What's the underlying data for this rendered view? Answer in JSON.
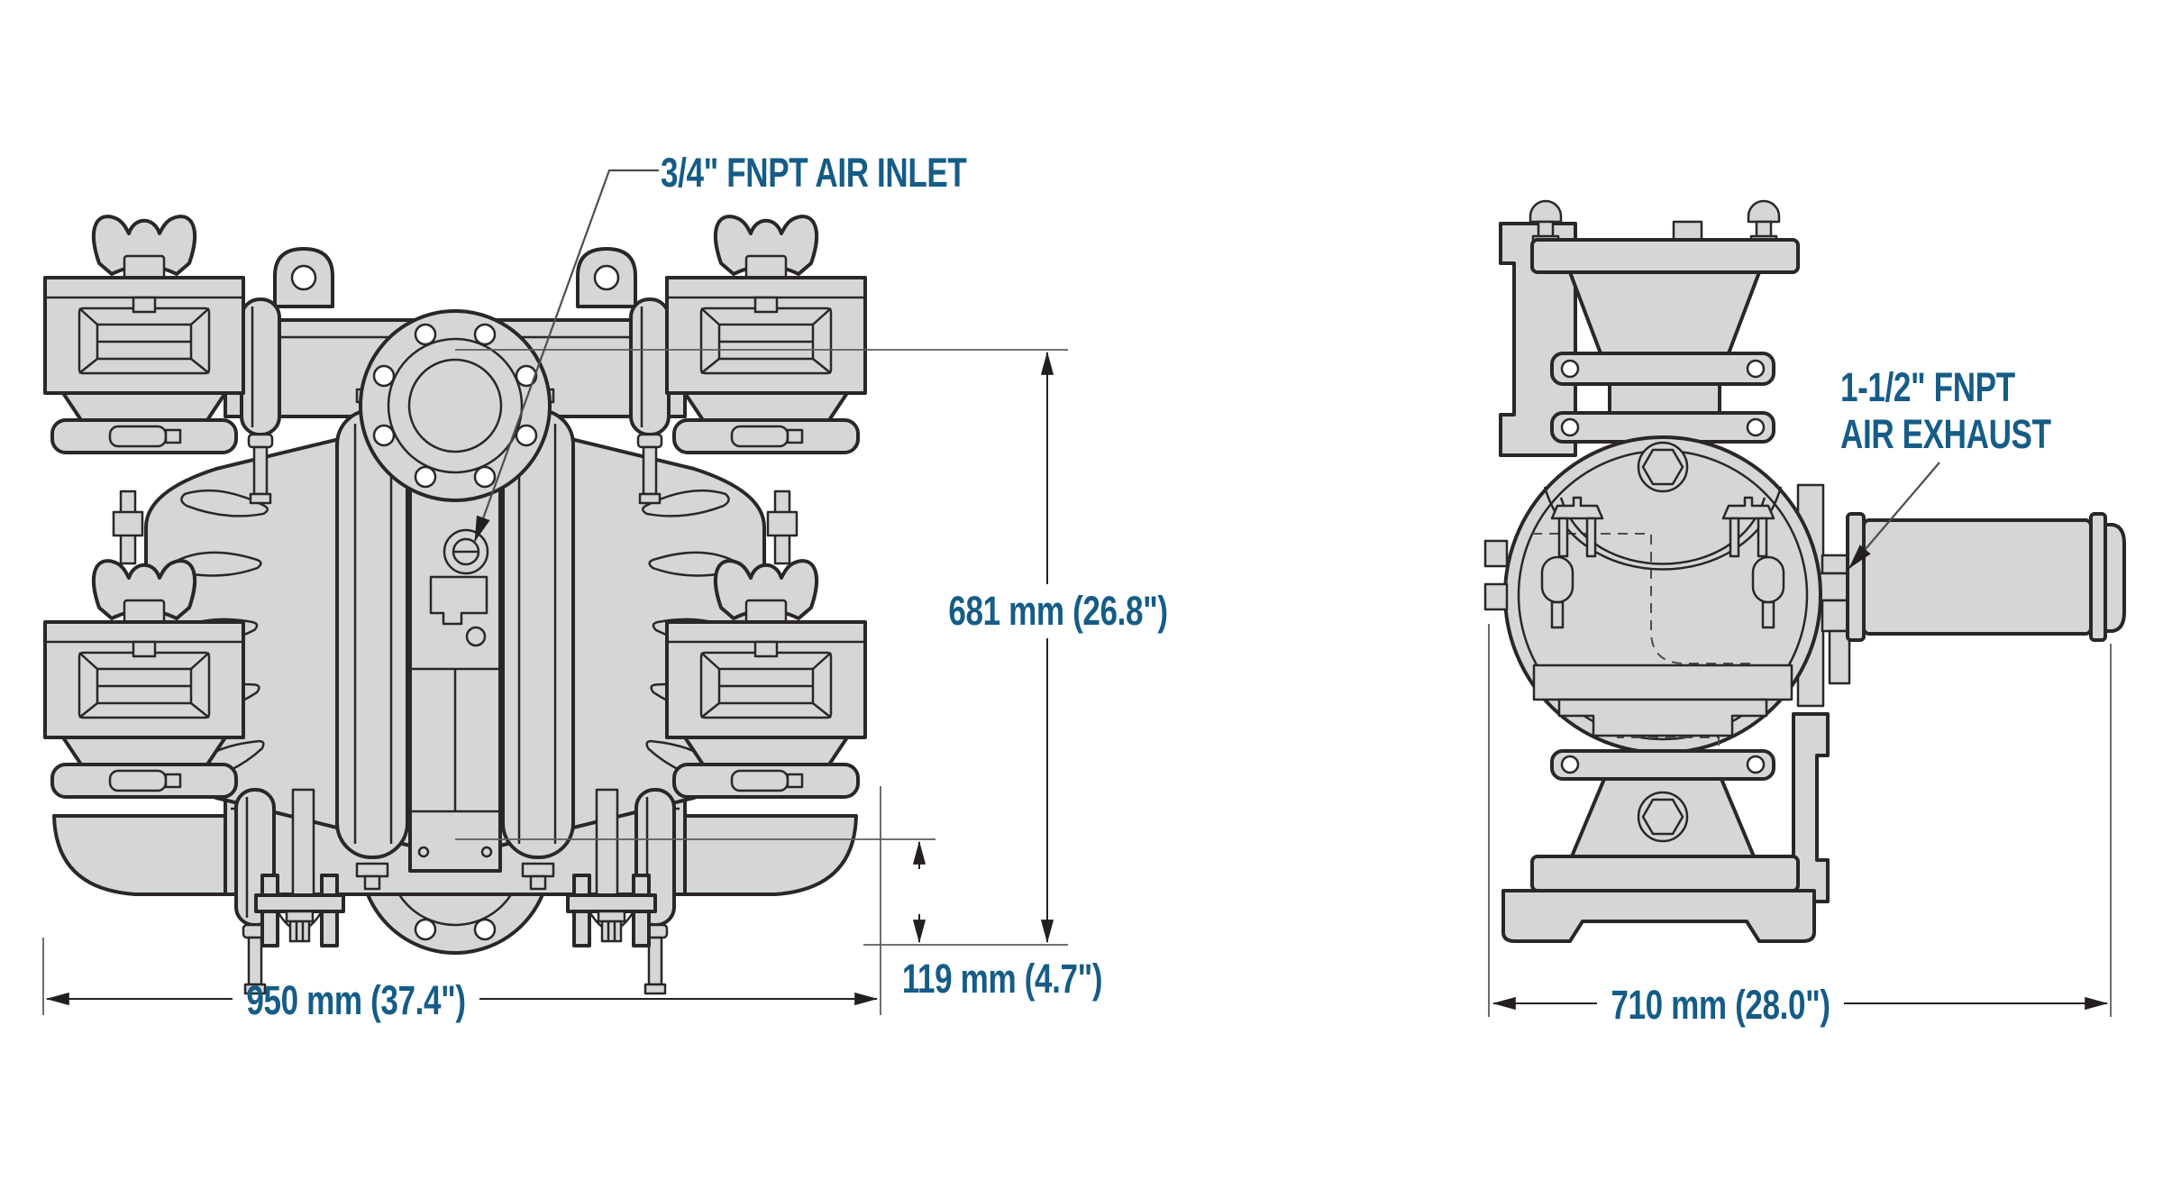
{
  "figure": {
    "title": "Air-operated double-diaphragm pump — dimensional drawing",
    "views": [
      {
        "id": "front-view",
        "description": "front elevation with ported manifolds, wing-nut valve caps and center air valve"
      },
      {
        "id": "side-view",
        "description": "side elevation with clamp bands, muffler and mounting base"
      }
    ]
  },
  "callouts": {
    "air_inlet": {
      "text": "3/4\" FNPT AIR INLET"
    },
    "air_exhaust": {
      "line1": "1-1/2\" FNPT",
      "line2": "AIR EXHAUST"
    }
  },
  "dimensions": {
    "height": {
      "label": "681 mm (26.8\")",
      "mm": 681,
      "inches": 26.8
    },
    "port_centerline": {
      "label": "119 mm (4.7\")",
      "mm": 119,
      "inches": 4.7
    },
    "width": {
      "label": "950 mm (37.4\")",
      "mm": 950,
      "inches": 37.4
    },
    "depth": {
      "label": "710 mm (28.0\")",
      "mm": 710,
      "inches": 28.0
    }
  },
  "colors": {
    "label_text": "#155c87",
    "outline": "#2a2629",
    "fill": "#d5d6d8",
    "dimension_line": "#231f20",
    "leader_line": "#4c4e50",
    "background": "#ffffff"
  }
}
